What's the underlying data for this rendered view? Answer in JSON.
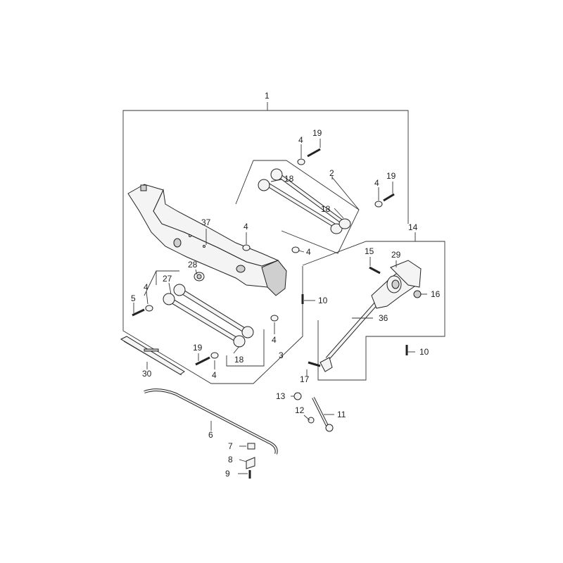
{
  "callouts": {
    "c1": "1",
    "c2": "2",
    "c3": "3",
    "c4": "4",
    "c5": "5",
    "c6": "6",
    "c7": "7",
    "c8": "8",
    "c9": "9",
    "c10": "10",
    "c11": "11",
    "c12": "12",
    "c13": "13",
    "c14": "14",
    "c15": "15",
    "c16": "16",
    "c17": "17",
    "c18": "18",
    "c19": "19",
    "c27": "27",
    "c28": "28",
    "c29": "29",
    "c30": "30",
    "c36": "36",
    "c37": "37"
  }
}
